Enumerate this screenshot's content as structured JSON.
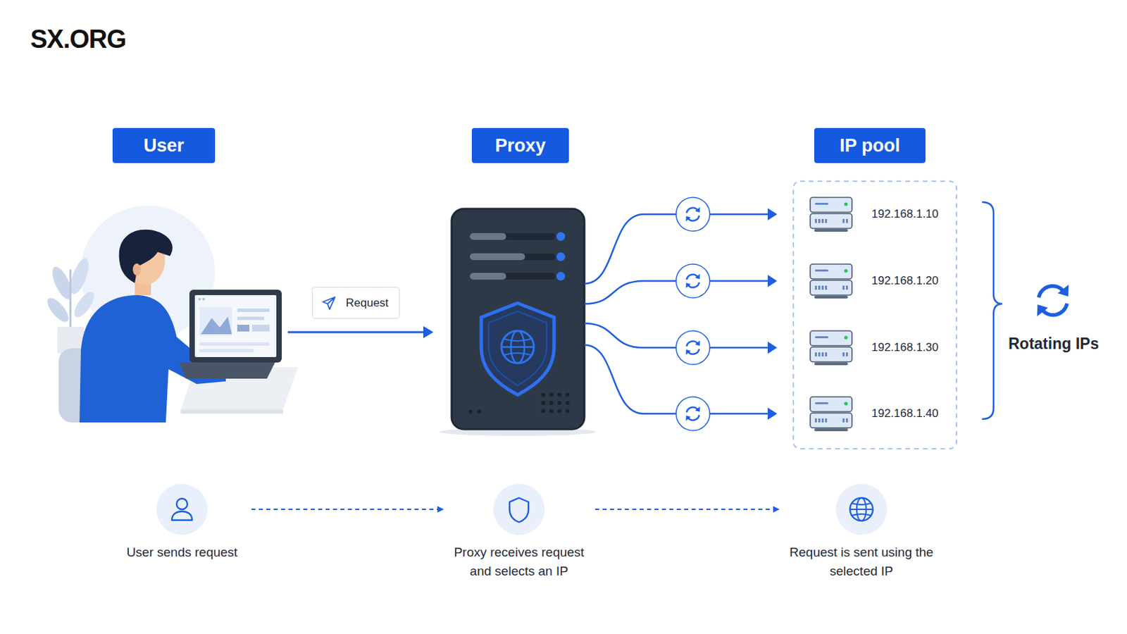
{
  "diagram": {
    "nodes": [
      {
        "text": [
          "User"
        ]
      },
      {
        "text": [
          "Proxy"
        ]
      },
      {
        "text": [
          "IP pool"
        ]
      },
      {
        "text": [
          "Request"
        ]
      },
      {
        "text": [
          "User sends request"
        ]
      },
      {
        "text": [
          "Proxy receives request and selects an IP"
        ]
      },
      {
        "text": [
          "Request is sent using the selected IP"
        ]
      }
    ],
    "edges": [
      {
        "from": 4,
        "to": 5,
        "arrow": "to"
      },
      {
        "from": 5,
        "to": 6,
        "arrow": "to"
      }
    ],
    "labels": [
      "SX.ORG",
      "192.168.1.10",
      "192.168.1.20",
      "192.168.1.30",
      "192.168.1.40",
      "Rotating IPs"
    ]
  }
}
